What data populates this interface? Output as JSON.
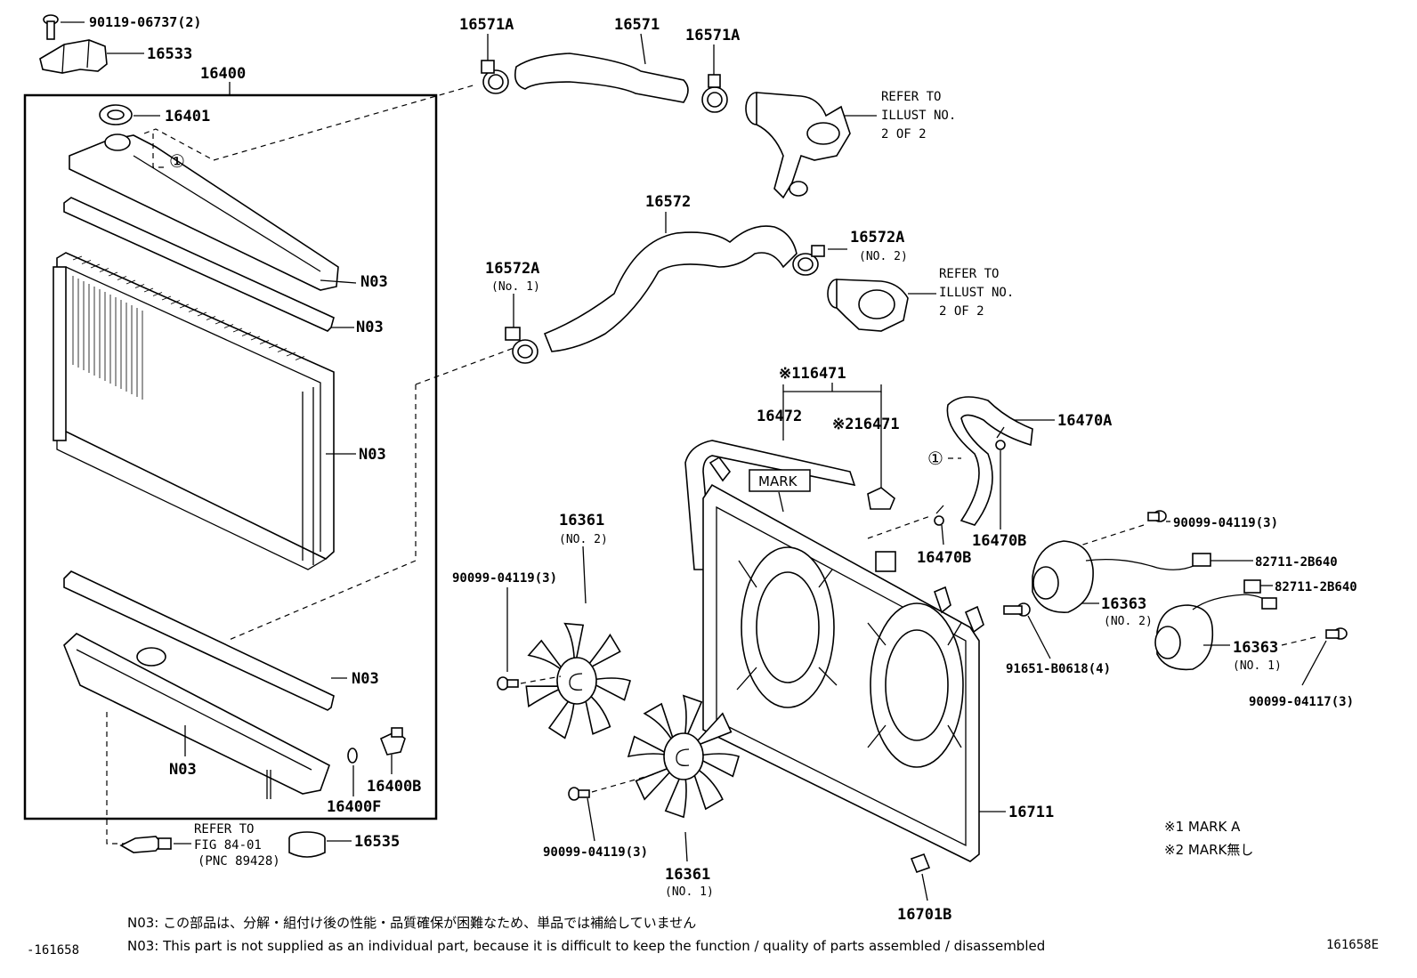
{
  "labels": {
    "bolt_top": "90119-06737(2)",
    "bracket": "16533",
    "assembly": "16400",
    "cap": "16401",
    "circle1": "①",
    "n03_a": "N03",
    "n03_b": "N03",
    "n03_c": "N03",
    "n03_d": "N03",
    "n03_e": "N03",
    "drain": "16400B",
    "oring": "16400F",
    "cushion": "16535",
    "upper_clamp_l": "16571A",
    "upper_hose": "16571",
    "upper_clamp_r": "16571A",
    "lower_hose": "16572",
    "lower_clamp_r": "16572A",
    "lower_clamp_r_sub": "(NO. 2)",
    "lower_clamp_l": "16572A",
    "lower_clamp_l_sub": "(No. 1)",
    "mark_group": "※116471",
    "hose_16472": "16472",
    "mark2": "※216471",
    "hose_16470a": "16470A",
    "circle1_b": "①",
    "clip_16470b_r": "16470B",
    "clip_16470b_l": "16470B",
    "mark_box": "MARK",
    "fan2": "16361",
    "fan2_sub": "(NO. 2)",
    "screw_left": "90099-04119(3)",
    "screw_right_top": "90099-04119(3)",
    "harness1": "82711-2B640",
    "harness2": "82711-2B640",
    "motor2": "16363",
    "motor2_sub": "(NO. 2)",
    "motor1": "16363",
    "motor1_sub": "(NO. 1)",
    "bolt_91651": "91651-B0618(4)",
    "screw_04117": "90099-04117(3)",
    "shroud": "16711",
    "screw_bottom": "90099-04119(3)",
    "fan1": "16361",
    "fan1_sub": "(NO. 1)",
    "grommet": "16701B"
  },
  "refer_upper": [
    "REFER TO",
    "ILLUST NO.",
    "2 OF 2"
  ],
  "refer_lower": [
    "REFER TO",
    "ILLUST NO.",
    "2 OF 2"
  ],
  "refer_sensor": [
    "REFER TO",
    "FIG 84-01",
    "(PNC 89428)"
  ],
  "legend": [
    "※1 MARK A",
    "※2 MARK無し"
  ],
  "notes": {
    "jp": "N03: この部品は、分解・組付け後の性能・品質確保が困難なため、単品では補給していません",
    "en": "N03: This part is not supplied as an individual part, because it is difficult to keep the function / quality of parts assembled / disassembled"
  },
  "codes": {
    "left": "-161658",
    "right": "161658E"
  }
}
